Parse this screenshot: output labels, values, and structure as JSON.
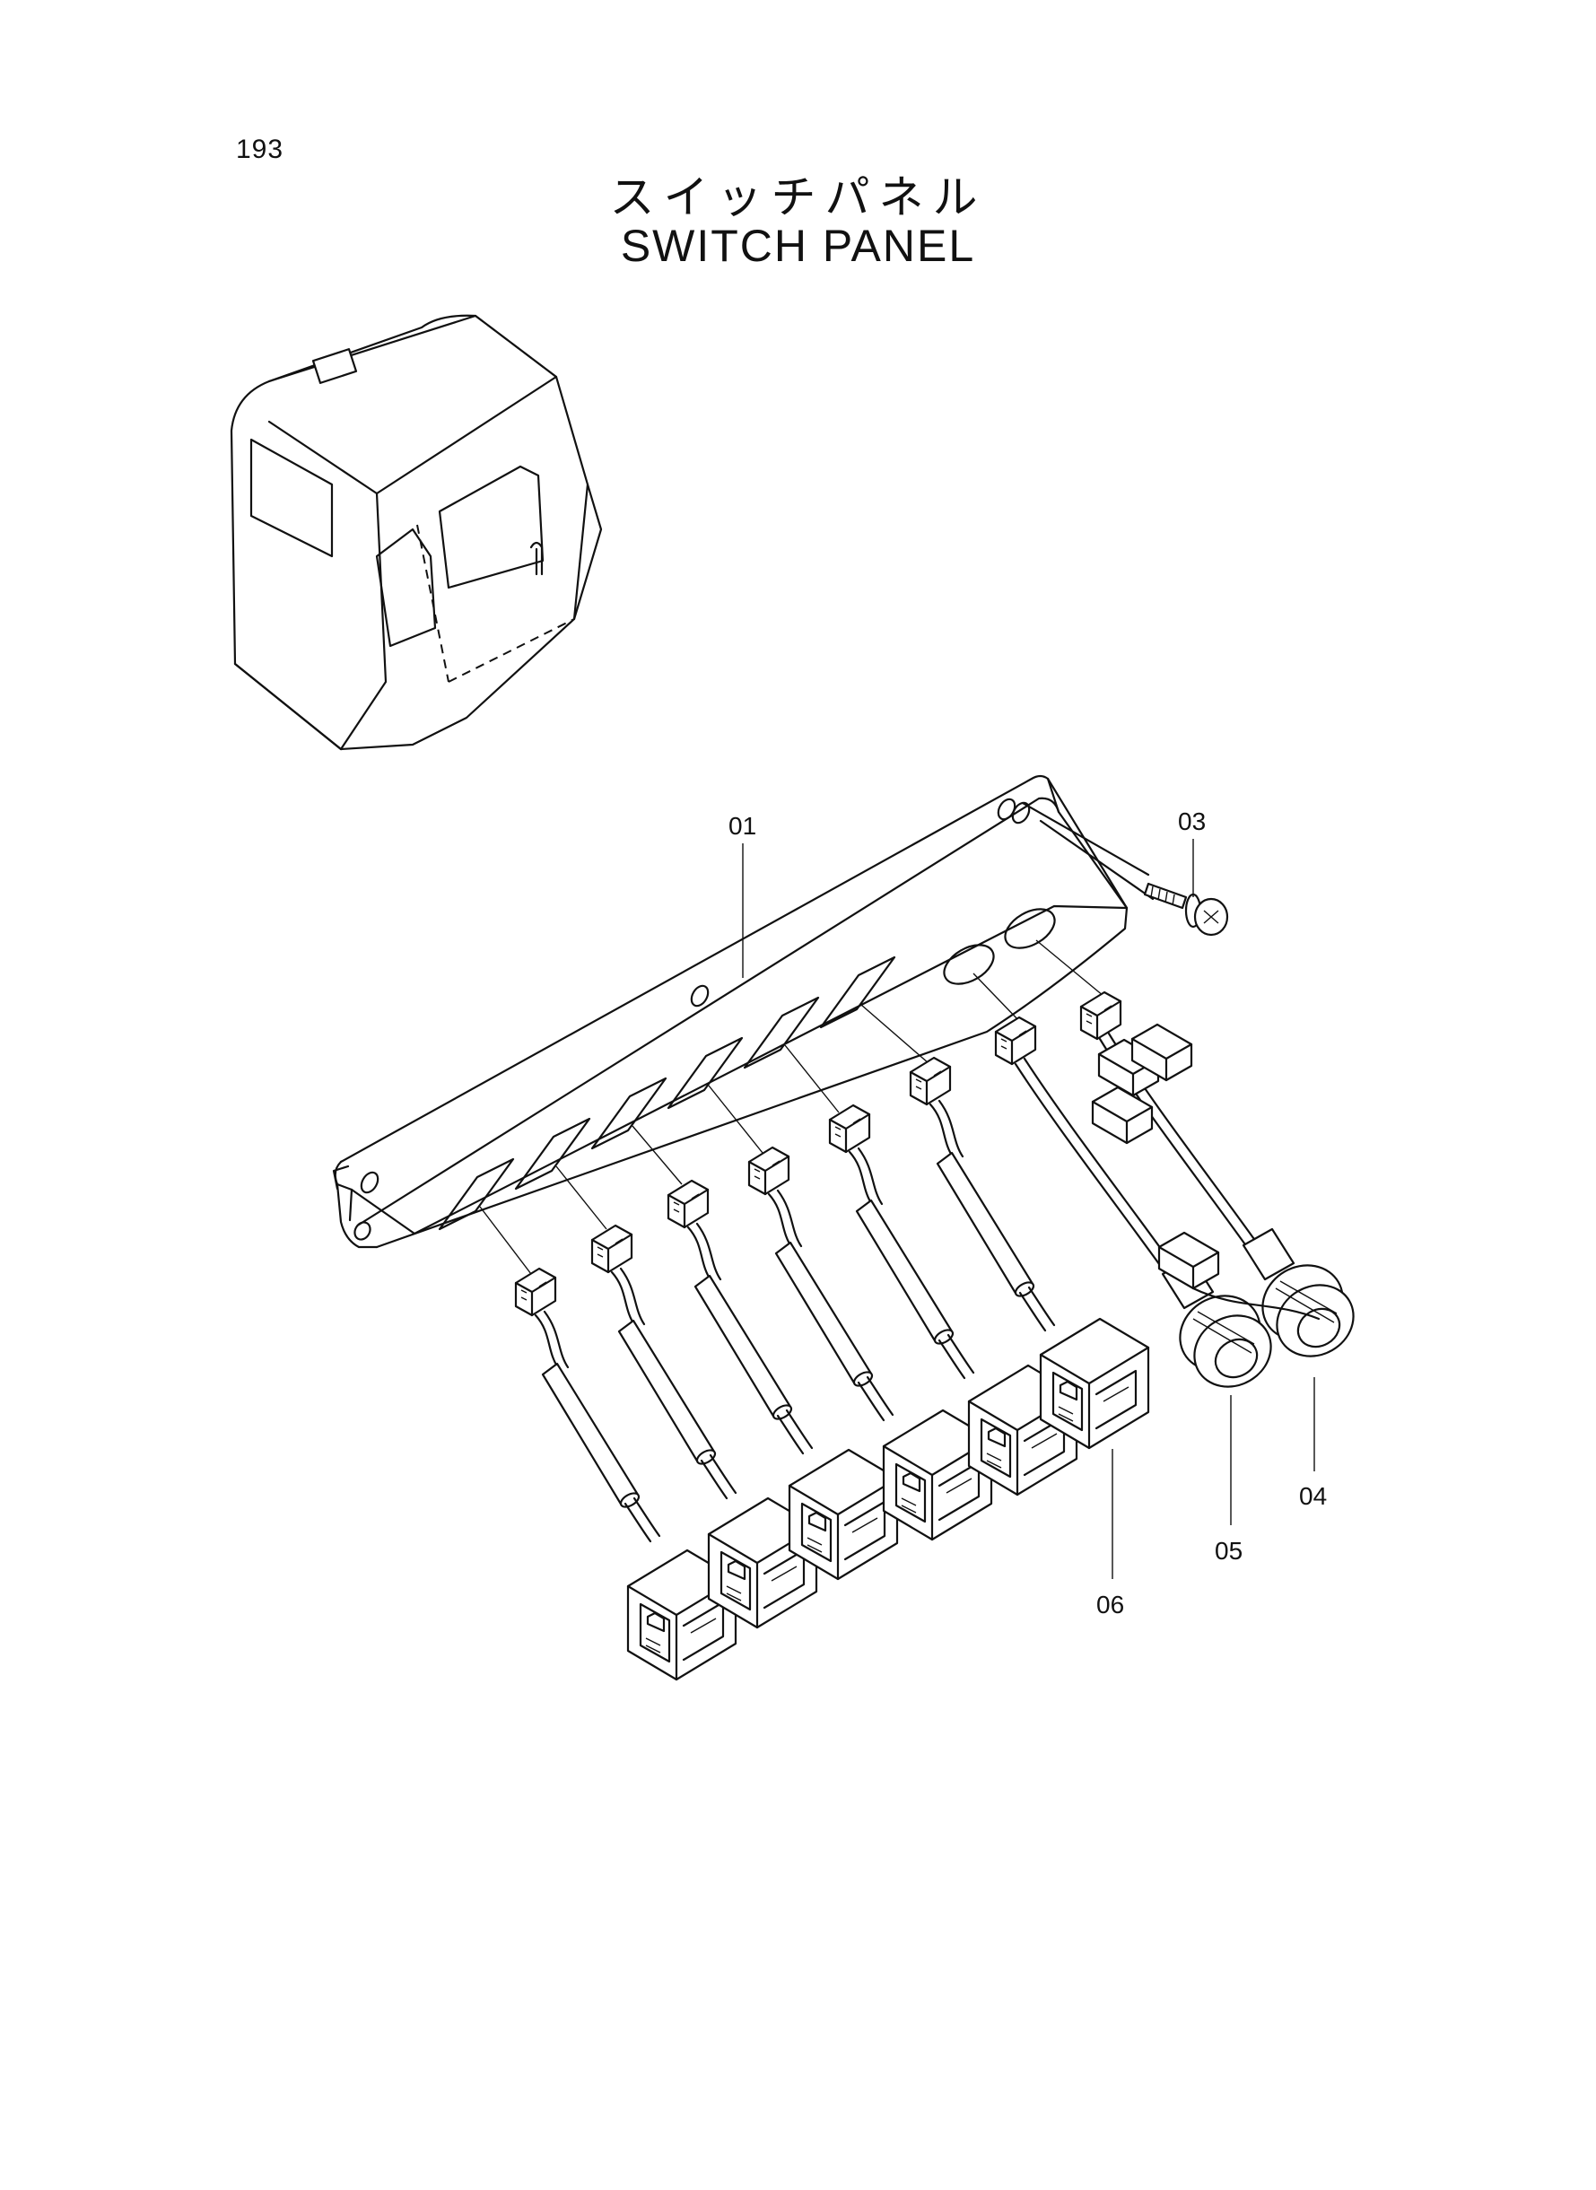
{
  "page": {
    "number": "193",
    "title_jp": "スイッチパネル",
    "title_en": "SWITCH PANEL"
  },
  "callouts": {
    "panel": "01",
    "screw": "03",
    "switch_right": "04",
    "switch_left": "05",
    "rocker_switch": "06"
  },
  "icons": {
    "cab": "machine-cab-locator-icon",
    "panel": "switch-panel-drawing"
  }
}
